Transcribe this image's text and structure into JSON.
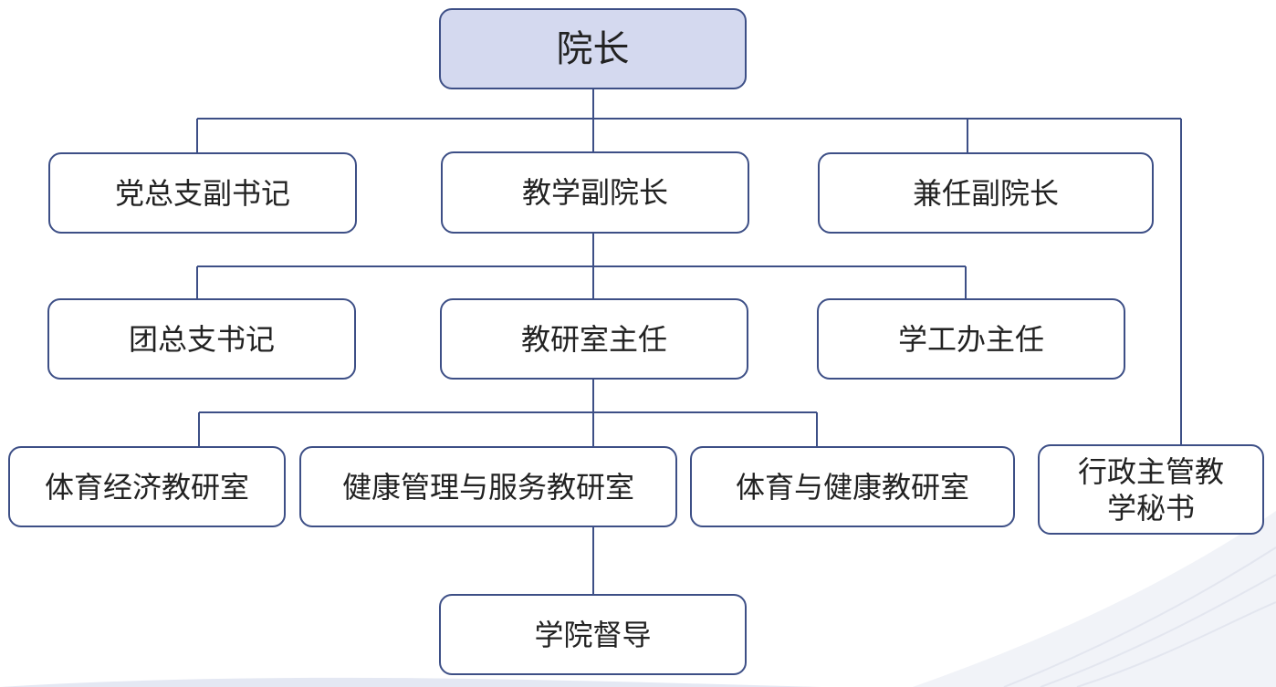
{
  "org_chart": {
    "root": "院长",
    "level1": {
      "party": "党总支副书记",
      "teaching_vice": "教学副院长",
      "concurrent_vice": "兼任副院长",
      "admin_secretary": "行政主管教学秘书"
    },
    "level2": {
      "league": "团总支书记",
      "research_director": "教研室主任",
      "student_affairs": "学工办主任"
    },
    "level3": {
      "sports_economics": "体育经济教研室",
      "health_management": "健康管理与服务教研室",
      "sports_health": "体育与健康教研室"
    },
    "level4": {
      "supervision": "学院督导"
    }
  },
  "colors": {
    "border": "#3d4f86",
    "root_fill": "#d4d9ef",
    "text": "#222222"
  }
}
